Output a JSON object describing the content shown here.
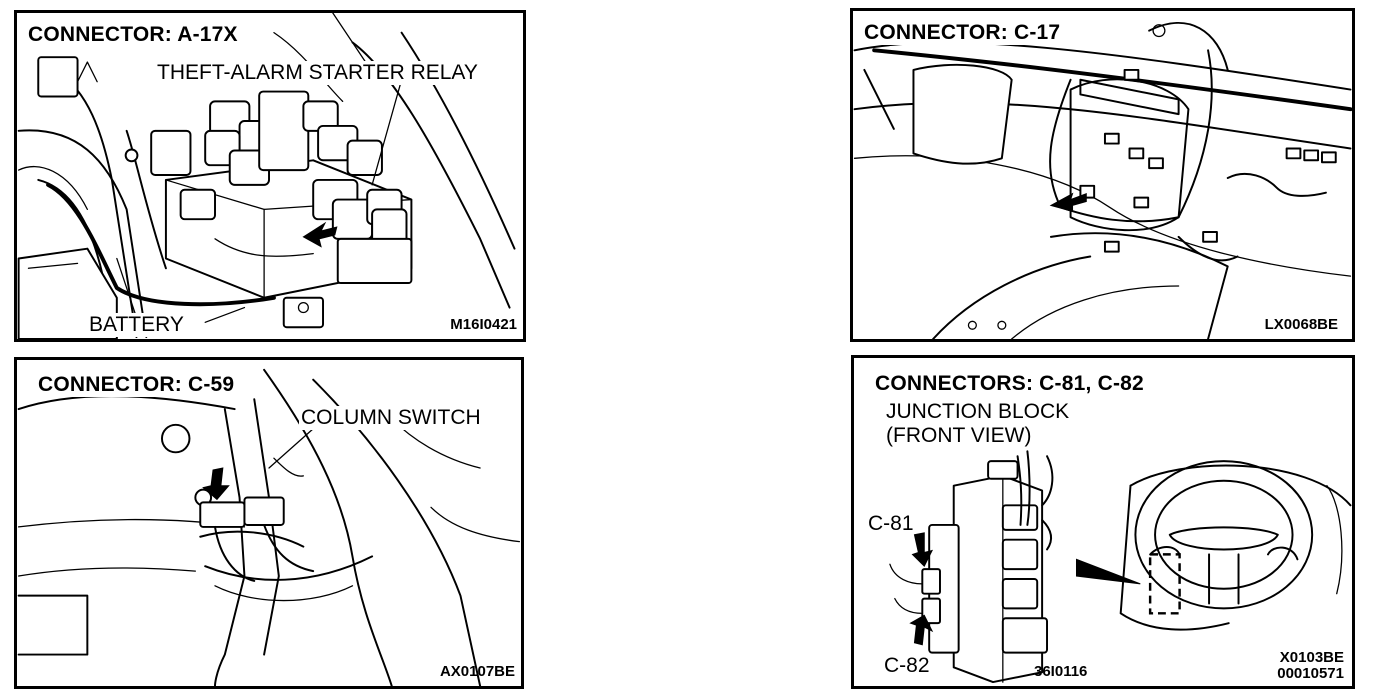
{
  "panels": {
    "a17x": {
      "title": "CONNECTOR:  A-17X",
      "labels": {
        "relay": "THEFT-ALARM STARTER RELAY",
        "battery": "BATTERY"
      },
      "code": "M16I0421"
    },
    "c17": {
      "title": "CONNECTOR:  C-17",
      "code": "LX0068BE"
    },
    "c59": {
      "title": "CONNECTOR:  C-59",
      "labels": {
        "column_switch": "COLUMN SWITCH"
      },
      "code": "AX0107BE"
    },
    "c81": {
      "title": "CONNECTORS:  C-81,  C-82",
      "labels": {
        "junction_line1": "JUNCTION BLOCK",
        "junction_line2": "(FRONT VIEW)",
        "c81": "C-81",
        "c82": "C-82"
      },
      "code_inner": "36I0116",
      "code_line1": "X0103BE",
      "code_line2": "00010571"
    }
  }
}
